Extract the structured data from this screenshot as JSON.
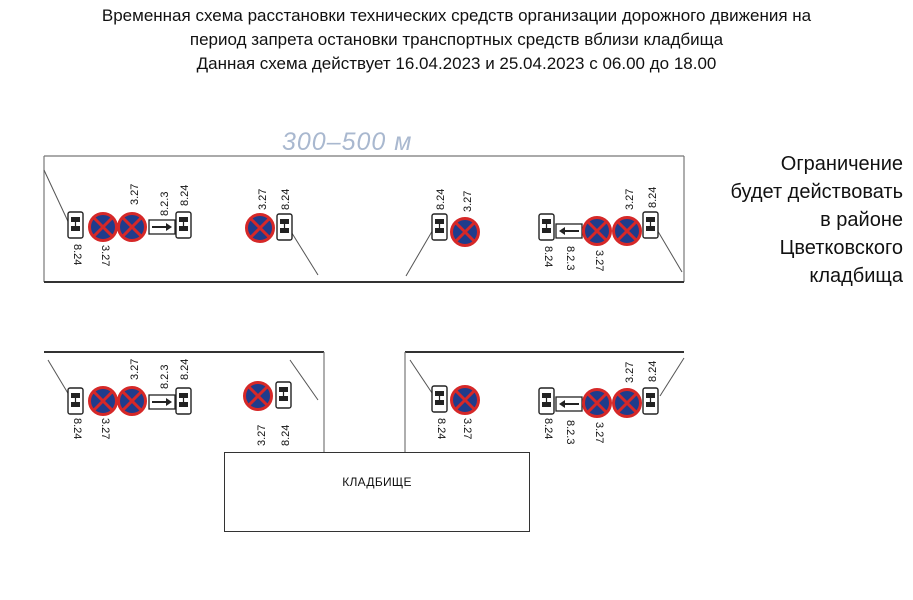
{
  "title": {
    "line1": "Временная схема расстановки технических средств организации дорожного движения на",
    "line2": "период запрета остановки транспортных средств вблизи кладбища",
    "line3": "Данная схема действует 16.04.2023 и 25.04.2023 с 06.00 до 18.00"
  },
  "distance_label": "300–500  м",
  "note_lines": [
    "Ограничение",
    "будет действовать",
    "в районе",
    "Цветковского",
    "кладбища"
  ],
  "cemetery_label": "КЛАДБИЩЕ",
  "sign_codes": {
    "no_stopping": "3.27",
    "tow_truck": "8.24",
    "direction": "8.2.3"
  },
  "colors": {
    "no_stopping_fill": "#1f3c8c",
    "no_stopping_ring": "#d62828",
    "ink": "#222222",
    "distance": "#a9b8cf"
  },
  "icons": {
    "no_stopping": "no-stopping-sign-icon",
    "tow_truck": "tow-truck-plate-icon",
    "arrow": "direction-arrow-plate-icon"
  }
}
